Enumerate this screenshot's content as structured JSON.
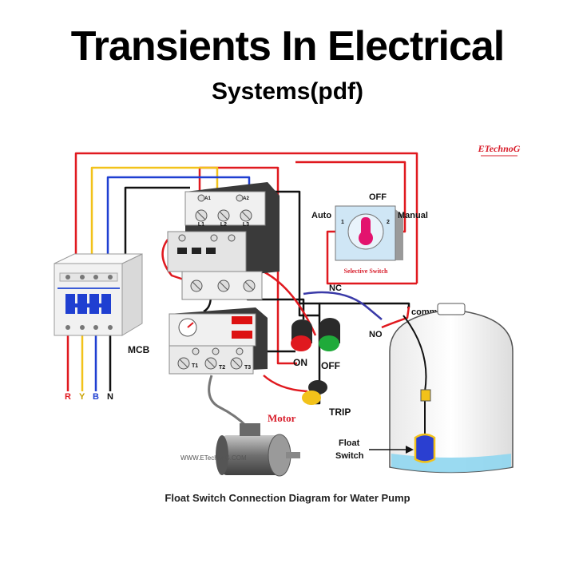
{
  "title": "Transients In Electrical",
  "subtitle": "Systems(pdf)",
  "brand": "ETechnoG",
  "labels": {
    "off_top": "OFF",
    "auto": "Auto",
    "manual": "Manual",
    "pos1": "1",
    "pos2": "2",
    "selective_switch": "Selective Switch",
    "nc": "NC",
    "no": "NO",
    "comm": "comm.",
    "mcb": "MCB",
    "r": "R",
    "y": "Y",
    "b": "B",
    "n": "N",
    "on": "ON",
    "off": "OFF",
    "trip": "TRIP",
    "motor": "Motor",
    "website": "WWW.ETechnoG.COM",
    "float1": "Float",
    "float2": "Switch",
    "l1": "L1",
    "l2": "L2",
    "l3": "L3",
    "t1": "T1",
    "t2": "T2",
    "t3": "T3",
    "a1": "A1",
    "a2": "A2"
  },
  "caption": "Float Switch Connection Diagram for Water Pump",
  "colors": {
    "red": "#e0191f",
    "yellow": "#f2c21a",
    "blue": "#1f3fd1",
    "black": "#111111",
    "knob": "#e3136e",
    "water": "#8fd6f0"
  }
}
